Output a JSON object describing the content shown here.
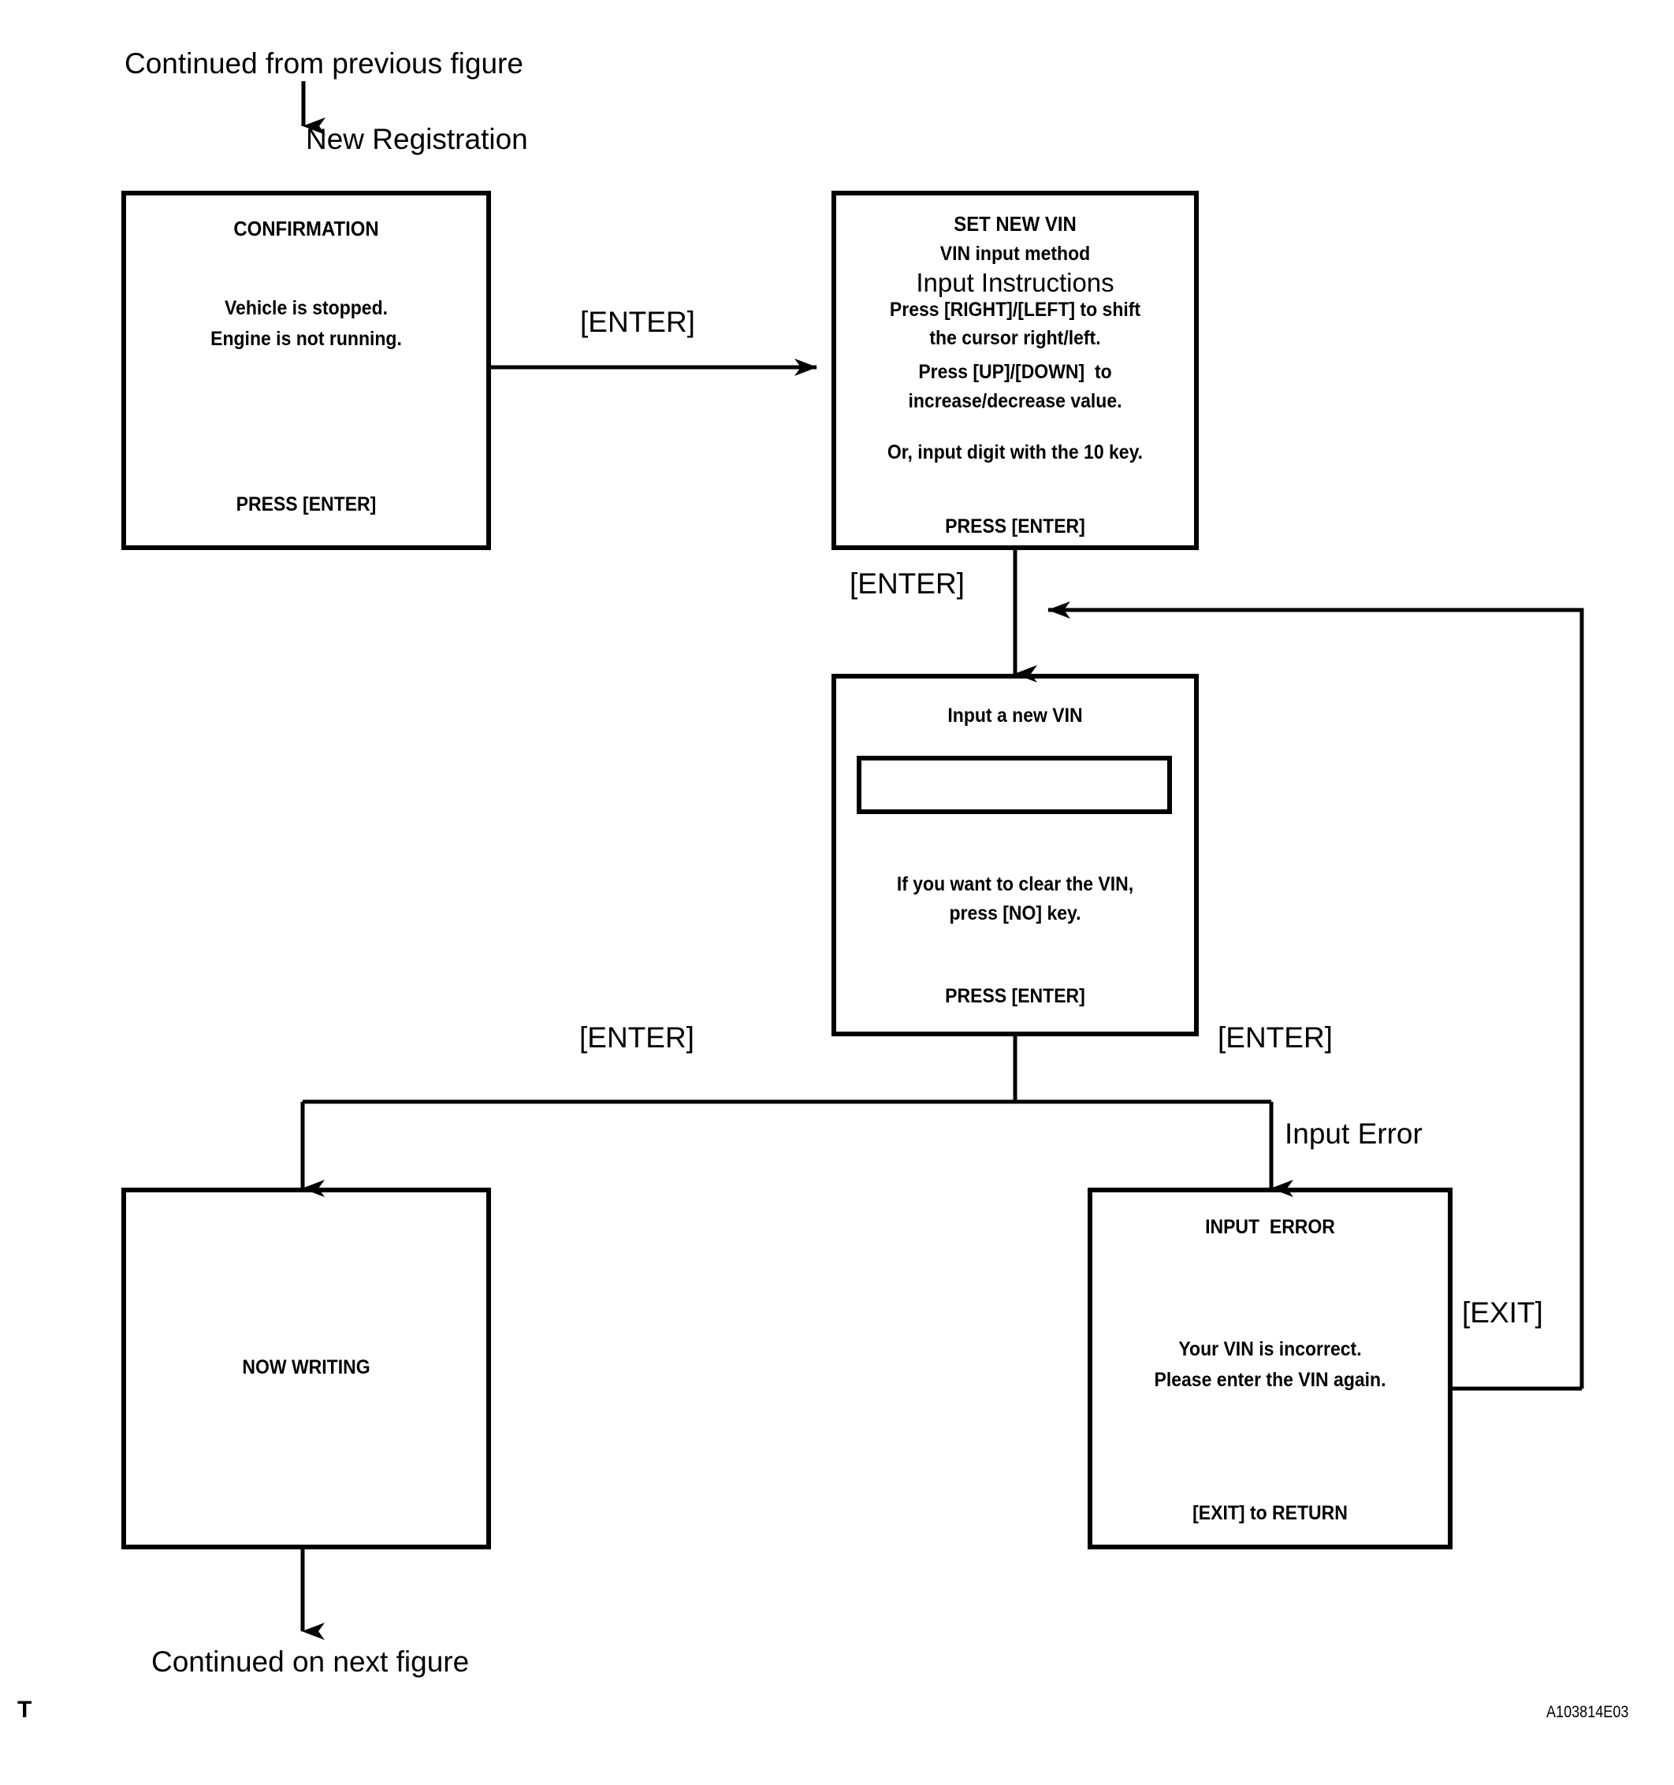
{
  "figure": {
    "code": "A103814E03",
    "corner_mark": "T",
    "top_caption": "Continued from previous figure",
    "bottom_caption": "Continued on next figure"
  },
  "edges": [
    {
      "id": "entry",
      "label": "New Registration"
    },
    {
      "id": "confirmation-to-setvin",
      "label": "[ENTER]"
    },
    {
      "id": "setvin-to-input",
      "label": "[ENTER]"
    },
    {
      "id": "input-to-nowwriting",
      "label": "[ENTER]"
    },
    {
      "id": "input-to-error",
      "label": "[ENTER]"
    },
    {
      "id": "input-error-branch",
      "label": "Input Error"
    },
    {
      "id": "error-to-input-loop",
      "label": "[EXIT]"
    }
  ],
  "nodes": {
    "confirmation": {
      "title": "CONFIRMATION",
      "lines": [
        "Vehicle is stopped.",
        "Engine is not running."
      ],
      "footer": "PRESS [ENTER]"
    },
    "set_new_vin": {
      "title": "SET NEW VIN",
      "subtitle": "VIN input method",
      "heading": "Input Instructions",
      "lines": [
        "Press [RIGHT]/[LEFT] to shift",
        "the cursor right/left.",
        "Press [UP]/[DOWN]  to",
        "increase/decrease value."
      ],
      "note": "Or, input digit with the 10 key.",
      "footer": "PRESS [ENTER]"
    },
    "input_new_vin": {
      "title": "Input a new VIN",
      "field_value": "",
      "lines": [
        "If you want to clear the VIN,",
        "press [NO] key."
      ],
      "footer": "PRESS [ENTER]"
    },
    "now_writing": {
      "title": "NOW WRITING"
    },
    "input_error": {
      "title": "INPUT  ERROR",
      "lines": [
        "Your VIN is incorrect.",
        "Please enter the VIN again."
      ],
      "footer": "[EXIT] to RETURN"
    }
  },
  "colors": {
    "stroke": "#000000",
    "background": "#ffffff"
  }
}
